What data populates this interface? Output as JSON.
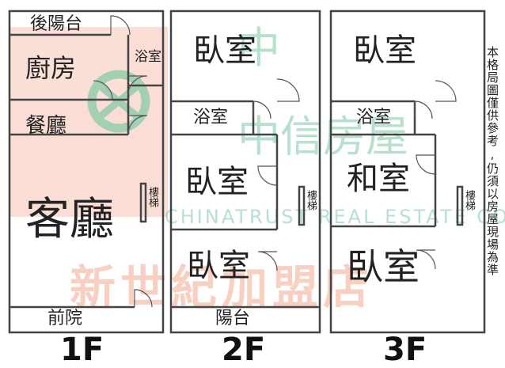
{
  "watermark": {
    "brand": "中信房屋",
    "brand_en": "CHINATRUST REAL ESTATE CO.",
    "store": "新世紀加盟店"
  },
  "floors": {
    "f1": {
      "label": "1F",
      "rooms": {
        "rear_balcony": "後陽台",
        "kitchen": "廚房",
        "bath": "浴室",
        "dining": "餐廳",
        "living": "客廳",
        "front_yard": "前院"
      },
      "stairs": "樓梯"
    },
    "f2": {
      "label": "2F",
      "rooms": {
        "bedroom_top": "臥室",
        "bath": "浴室",
        "bedroom_mid": "臥室",
        "bedroom_bottom": "臥室",
        "balcony": "陽台"
      },
      "stairs": "樓梯"
    },
    "f3": {
      "label": "3F",
      "rooms": {
        "bedroom_top": "臥室",
        "bath": "浴室",
        "japanese_room": "和室",
        "bedroom_bottom": "臥室"
      },
      "stairs": "樓梯"
    }
  },
  "note": "本格局圖僅供參考,仍須以房屋現場為準",
  "colors": {
    "wall": "#444444",
    "watermark_green": "#7dc9a4",
    "watermark_orange": "#f2b298"
  }
}
